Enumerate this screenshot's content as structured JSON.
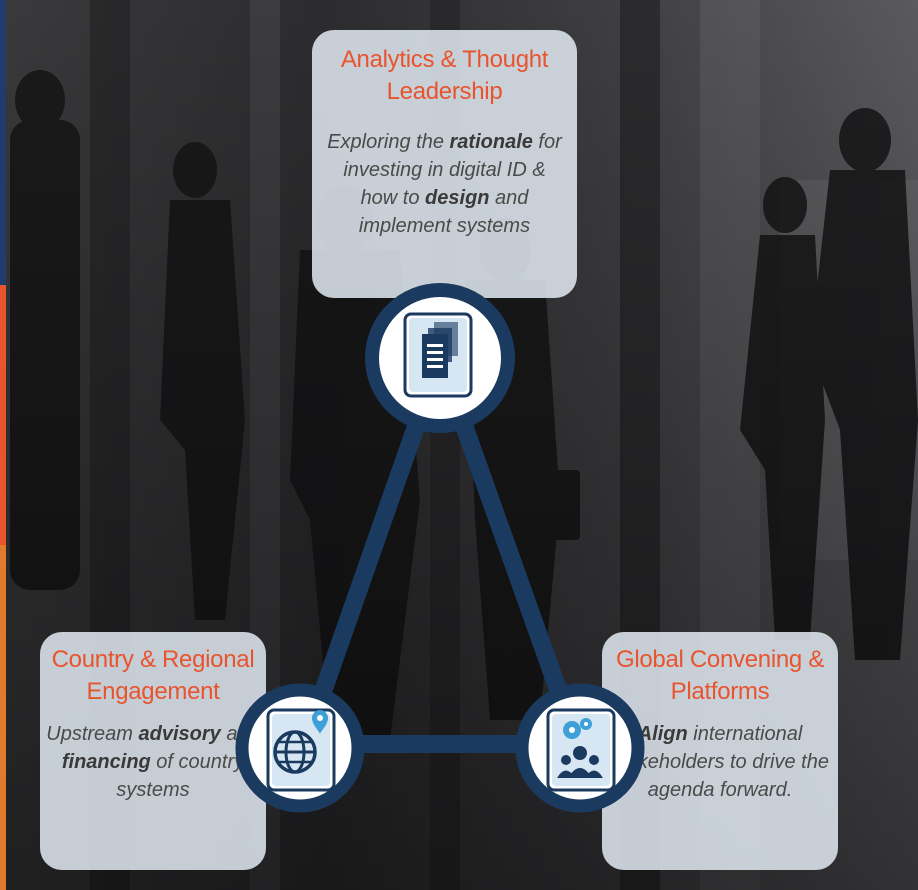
{
  "colors": {
    "accent": "#e8542d",
    "navy": "#1b3a5f",
    "card_bg": "#e2eaf2",
    "left_bar": [
      "#1f3c6c",
      "#e8542d",
      "#2a73b8"
    ]
  },
  "nodes": {
    "top": {
      "title": "Analytics & Thought Leadership",
      "desc": [
        {
          "text": "Exploring the ",
          "bold": false
        },
        {
          "text": "rationale",
          "bold": true
        },
        {
          "text": " for investing in digital ID & how to ",
          "bold": false
        },
        {
          "text": "design",
          "bold": true
        },
        {
          "text": " and implement systems",
          "bold": false
        }
      ],
      "icon": "document-icon"
    },
    "left": {
      "title": "Country & Regional Engagement",
      "desc": [
        {
          "text": "Upstream ",
          "bold": false
        },
        {
          "text": "advisory",
          "bold": true
        },
        {
          "text": " and ",
          "bold": false
        },
        {
          "text": "financing",
          "bold": true
        },
        {
          "text": " of country systems",
          "bold": false
        }
      ],
      "icon": "globe-pin-icon"
    },
    "right": {
      "title": "Global Convening & Platforms",
      "desc": [
        {
          "text": "Align",
          "bold": true
        },
        {
          "text": " international stakeholders to drive the agenda forward.",
          "bold": false
        }
      ],
      "icon": "people-gears-icon"
    }
  }
}
